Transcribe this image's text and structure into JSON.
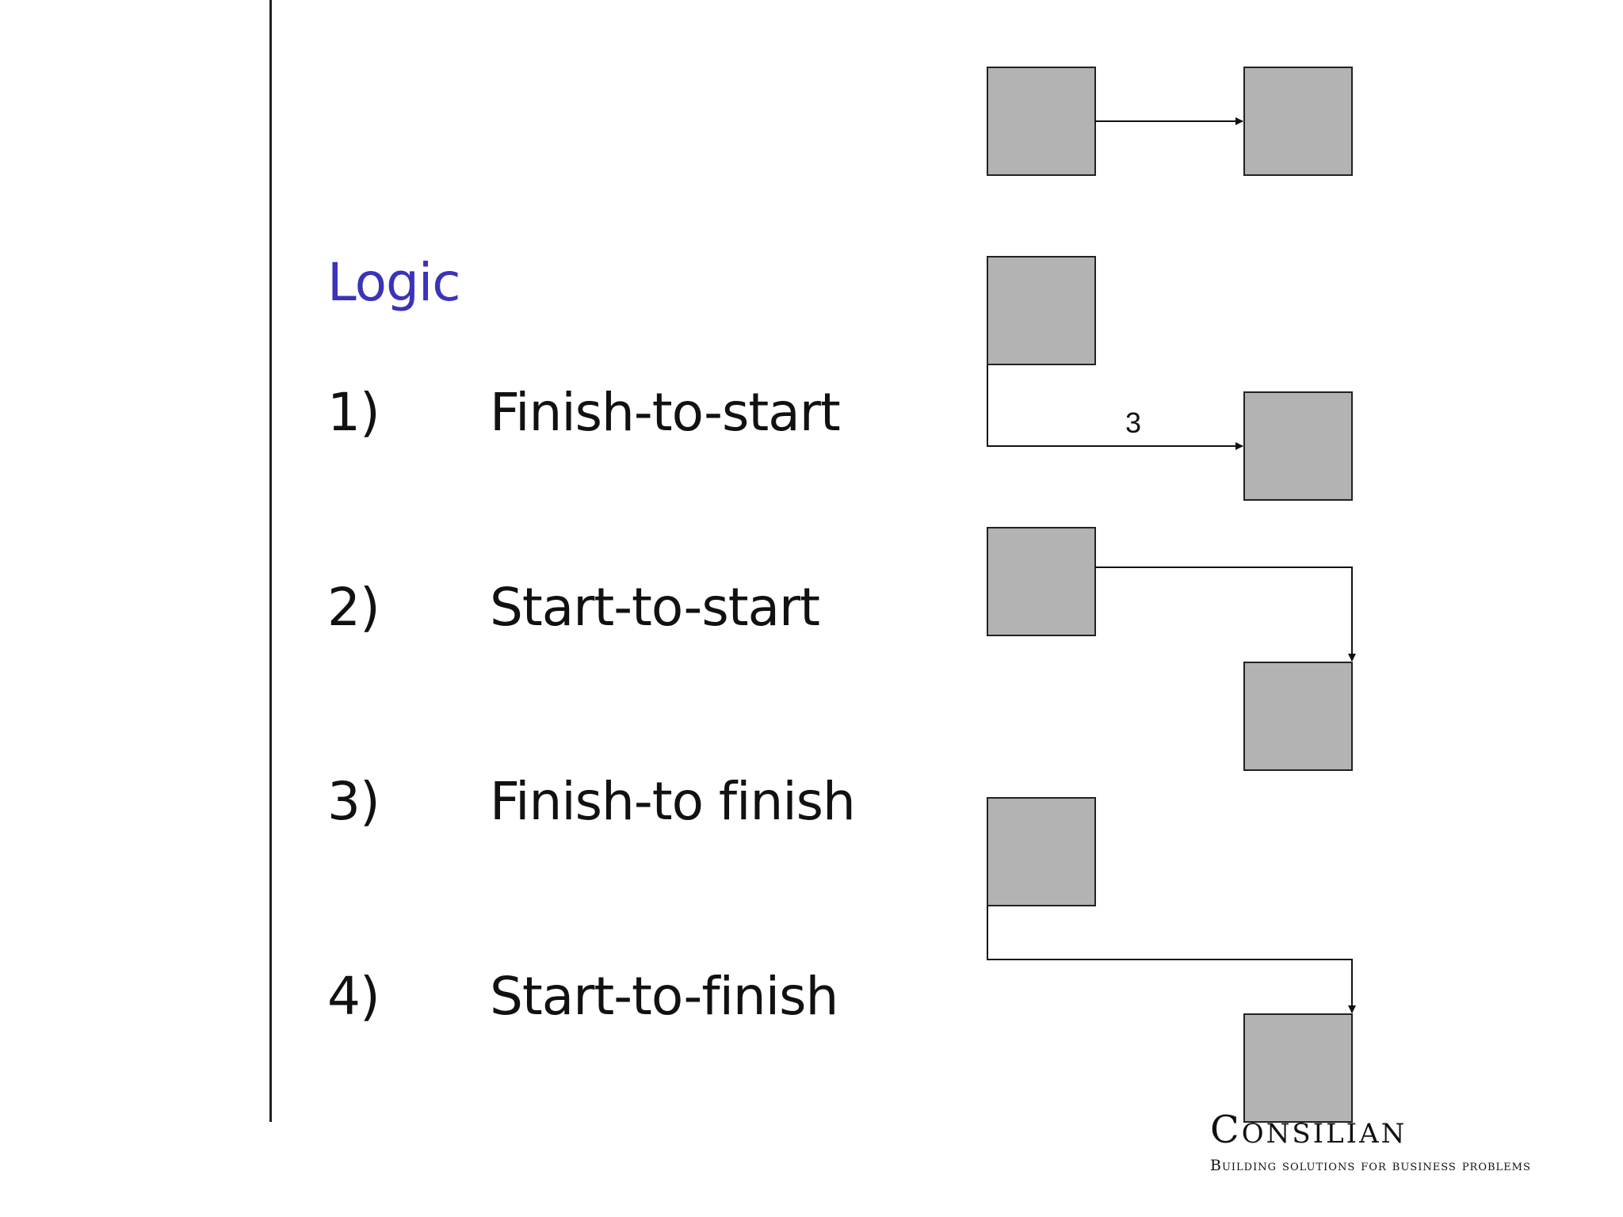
{
  "slide": {
    "title": "Logic",
    "items": [
      {
        "num": "1)",
        "label": "Finish-to-start"
      },
      {
        "num": "2)",
        "label": "Start-to-start"
      },
      {
        "num": "3)",
        "label": "Finish-to finish"
      },
      {
        "num": "4)",
        "label": "Start-to-finish"
      }
    ]
  },
  "diagram": {
    "lag_label": "3",
    "box_fill": "#b3b3b3",
    "box_stroke": "#222222"
  },
  "logo": {
    "name": "Consilian",
    "tagline": "Building solutions for business problems"
  },
  "colors": {
    "title": "#3b33b8",
    "text": "#111111"
  }
}
